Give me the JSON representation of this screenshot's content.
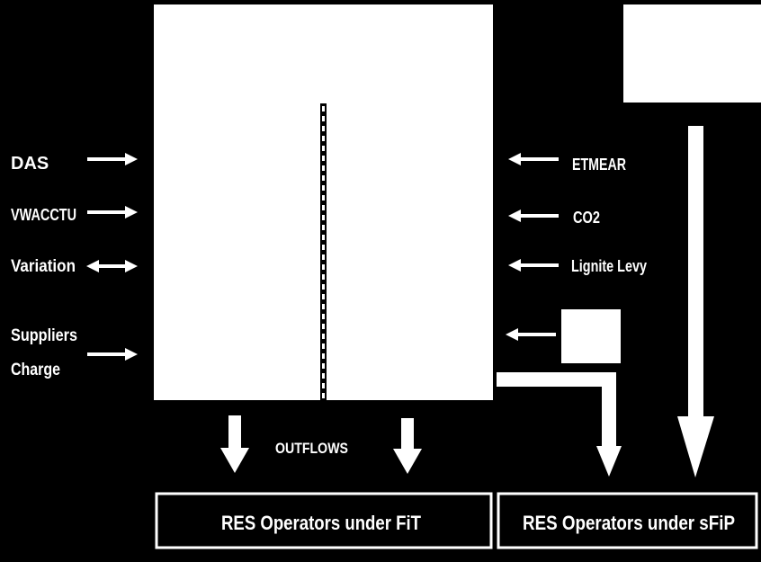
{
  "inflows_left": {
    "das": "DAS",
    "vwacctu": "VWACCTU",
    "variation": "Variation",
    "suppliers_line1": "Suppliers",
    "suppliers_line2": "Charge"
  },
  "inflows_right": {
    "etmear": "ETMEAR",
    "co2": "CO2",
    "lignite": "Lignite Levy"
  },
  "outflows_label": "OUTFLOWS",
  "recipients": {
    "fit": "RES Operators under FiT",
    "sfip": "RES Operators under sFiP"
  },
  "colors": {
    "background": "#000000",
    "foreground": "#ffffff"
  }
}
